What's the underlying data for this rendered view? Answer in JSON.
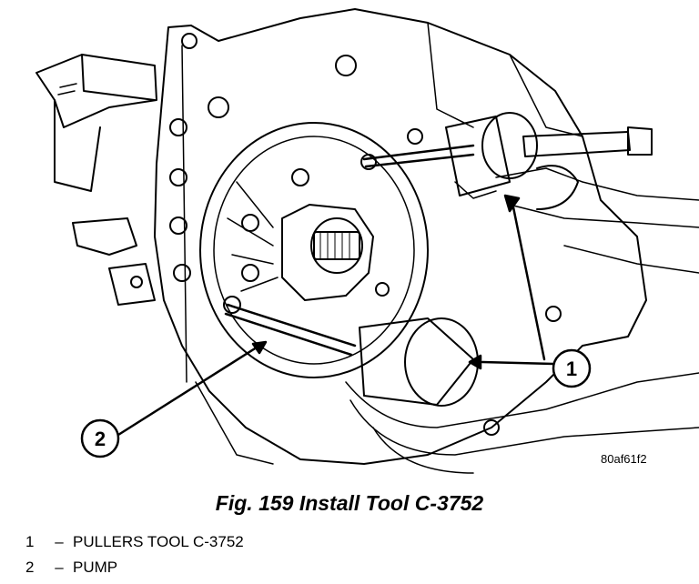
{
  "figure": {
    "reference_code": "80af61f2",
    "caption": "Fig. 159 Install Tool C-3752",
    "callouts": [
      {
        "number": "1",
        "label": "PULLERS TOOL C-3752"
      },
      {
        "number": "2",
        "label": "PUMP"
      }
    ],
    "legend_separator": "–"
  }
}
